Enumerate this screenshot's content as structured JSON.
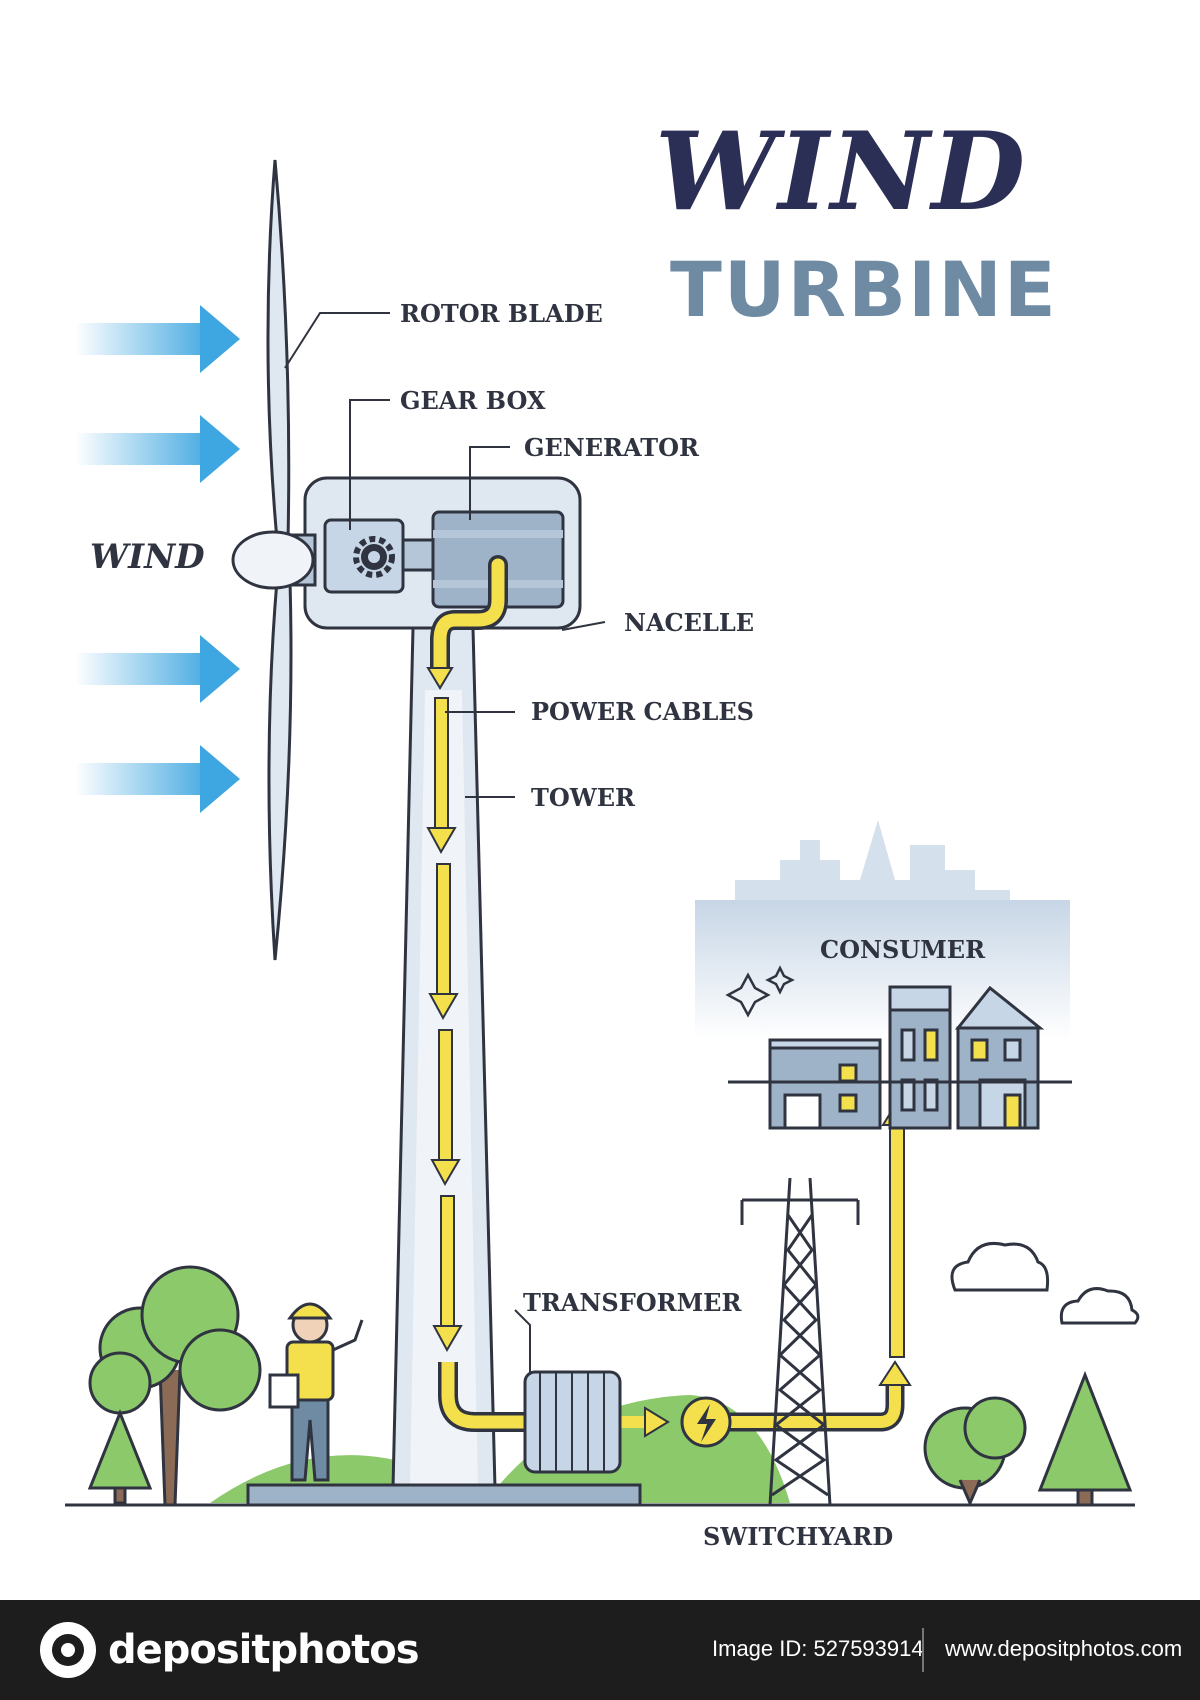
{
  "title": {
    "line1": "WIND",
    "line2": "TURBINE"
  },
  "wind_label": "WIND",
  "labels": {
    "rotor_blade": "ROTOR BLADE",
    "gear_box": "GEAR BOX",
    "generator": "GENERATOR",
    "nacelle": "NACELLE",
    "power_cables": "POWER CABLES",
    "tower": "TOWER",
    "consumer": "CONSUMER",
    "transformer": "TRANSFORMER",
    "switchyard": "SWITCHYARD"
  },
  "footer": {
    "brand": "depositphotos",
    "image_id": "Image ID: 527593914",
    "site": "www.depositphotos.com"
  },
  "colors": {
    "title_dark": "#2b2f55",
    "title_light": "#6f8aa3",
    "arrow_yellow": "#f4e04d",
    "wind_blue": "#3ea6e0",
    "tower_fill": "#dfe7f1",
    "foliage_green": "#8bc96b"
  }
}
